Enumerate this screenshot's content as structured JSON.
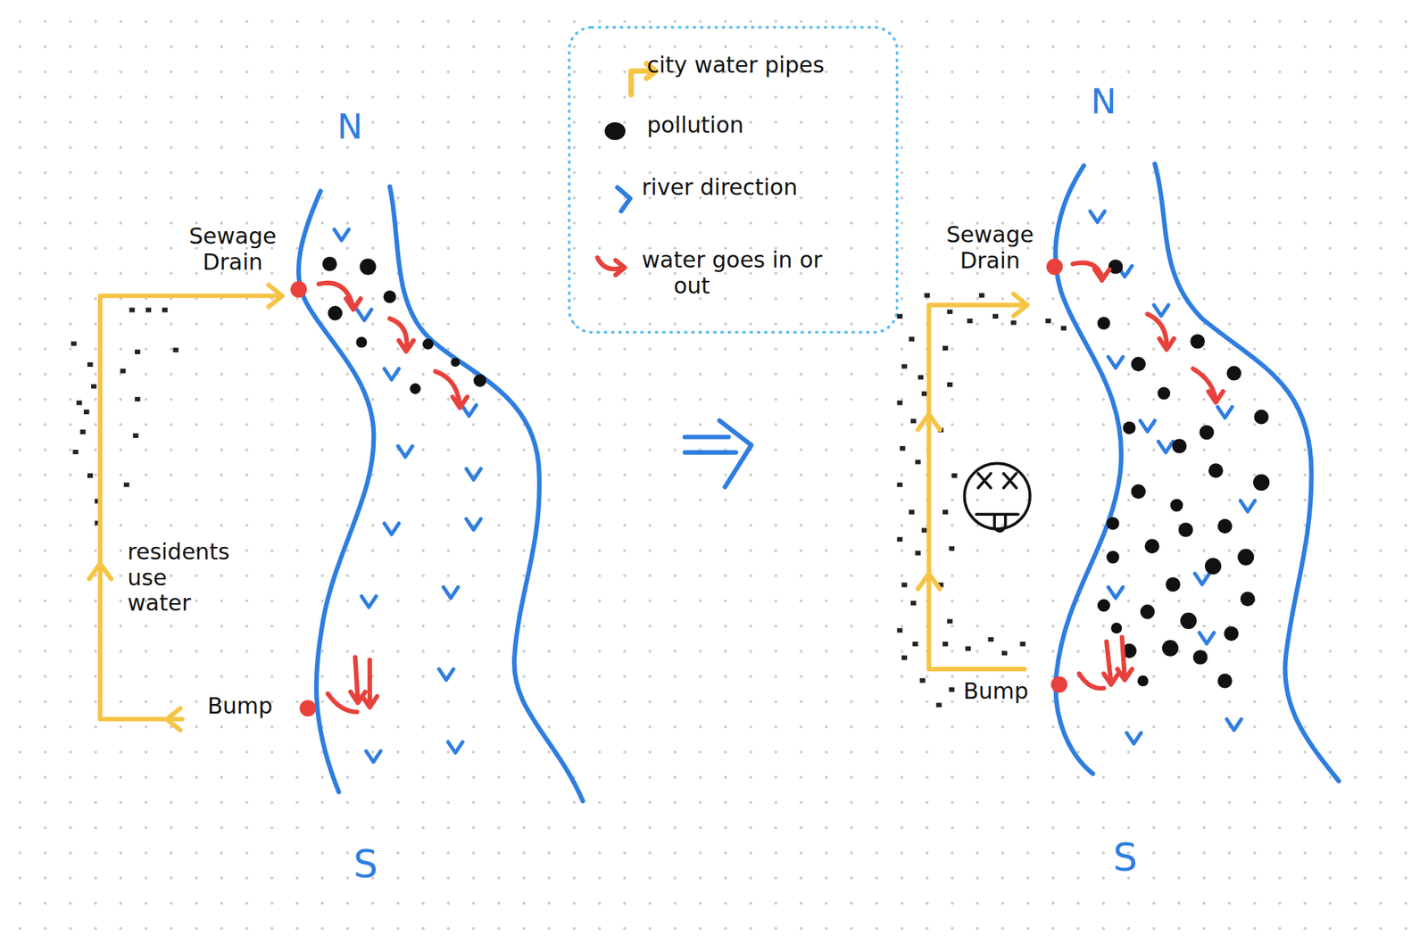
{
  "diagram": {
    "labels": [
      "N",
      "Sewage Drain",
      "residents use water",
      "Bump",
      "S",
      "N",
      "Sewage Drain",
      "Bump",
      "S"
    ],
    "legend": [
      {
        "text": "city water pipes"
      },
      {
        "text": "pollution",
        "color": "#111111"
      },
      {
        "text": "river direction"
      },
      {
        "text": "water goes in or out"
      }
    ]
  }
}
